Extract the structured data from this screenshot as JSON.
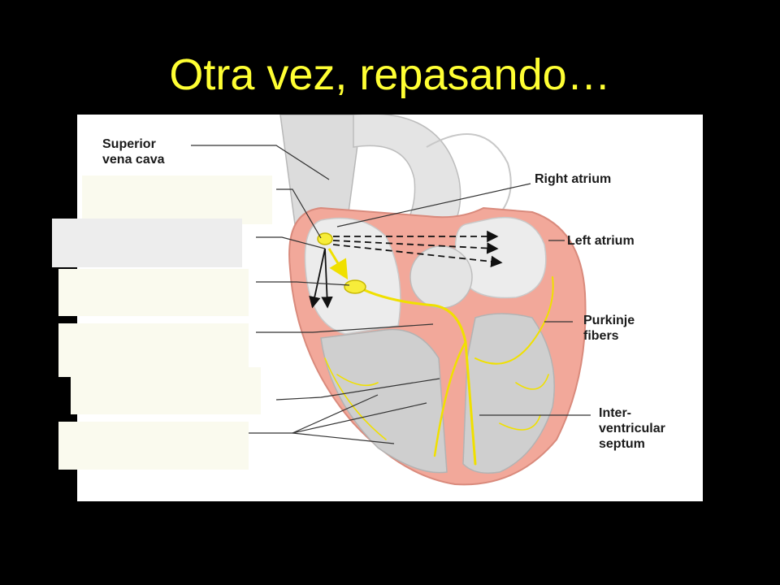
{
  "slide": {
    "title": "Otra vez, repasando…"
  },
  "labels": {
    "superior_vena_cava": [
      "Superior",
      "vena cava"
    ],
    "right_atrium": "Right atrium",
    "left_atrium": "Left atrium",
    "purkinje_fibers": [
      "Purkinje",
      "fibers"
    ],
    "interventricular_septum": [
      "Inter-",
      "ventricular",
      "septum"
    ]
  },
  "colors": {
    "background": "#000000",
    "title": "#ffff33",
    "heart_wall": "#f2a89a",
    "conduction": "#f0e000",
    "label_cover": "#fafaee"
  }
}
